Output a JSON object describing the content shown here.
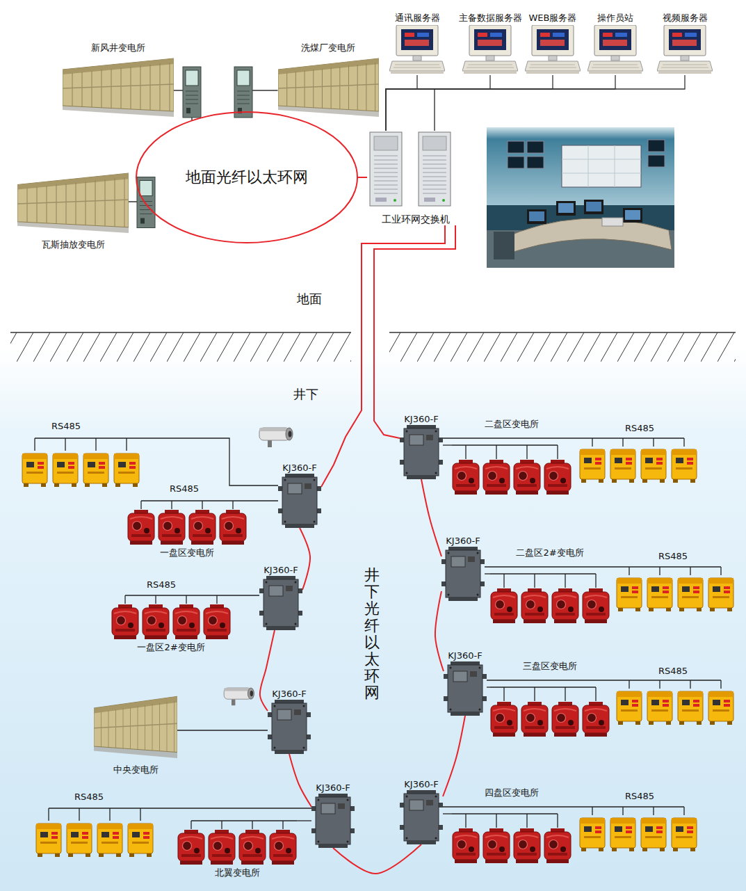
{
  "diagram": {
    "nodes": [
      {
        "text": [
          "通讯服务器"
        ]
      },
      {
        "text": [
          "主备数据服务器"
        ]
      },
      {
        "text": [
          "WEB服务器"
        ]
      },
      {
        "text": [
          "操作员站"
        ]
      },
      {
        "text": [
          "视频服务器"
        ]
      },
      {
        "text": [
          "新风井变电所"
        ]
      },
      {
        "text": [
          "洗煤厂变电所"
        ]
      },
      {
        "text": [
          "地面光纤以太环网"
        ]
      },
      {
        "text": [
          "瓦斯抽放变电所"
        ]
      },
      {
        "text": [
          "工业环网交换机"
        ]
      },
      {
        "text": [
          "KJ360-F"
        ]
      },
      {
        "text": [
          "二盘区变电所"
        ]
      },
      {
        "text": [
          "KJ360-F"
        ]
      },
      {
        "text": [
          "一盘区变电所"
        ]
      },
      {
        "text": [
          "KJ360-F"
        ]
      },
      {
        "text": [
          "二盘区2#变电所"
        ]
      },
      {
        "text": [
          "KJ360-F"
        ]
      },
      {
        "text": [
          "一盘区2#变电所"
        ]
      },
      {
        "text": [
          "KJ360-F"
        ]
      },
      {
        "text": [
          "三盘区变电所"
        ]
      },
      {
        "text": [
          "KJ360-F"
        ]
      },
      {
        "text": [
          "中央变电所"
        ]
      },
      {
        "text": [
          "KJ360-F"
        ]
      },
      {
        "text": [
          "四盘区变电所"
        ]
      },
      {
        "text": [
          "KJ360-F"
        ]
      },
      {
        "text": [
          "北翼变电所"
        ]
      }
    ],
    "edges": [
      {
        "from": 9,
        "to": 0,
        "arrow": "none"
      },
      {
        "from": 9,
        "to": 1,
        "arrow": "none"
      },
      {
        "from": 9,
        "to": 2,
        "arrow": "none"
      },
      {
        "from": 9,
        "to": 3,
        "arrow": "none"
      },
      {
        "from": 9,
        "to": 4,
        "arrow": "none"
      },
      {
        "from": 5,
        "to": 7,
        "arrow": "none"
      },
      {
        "from": 6,
        "to": 7,
        "arrow": "none"
      },
      {
        "from": 8,
        "to": 7,
        "arrow": "none"
      },
      {
        "from": 7,
        "to": 9,
        "arrow": "none"
      },
      {
        "from": 9,
        "to": 12,
        "arrow": "none"
      },
      {
        "from": 9,
        "to": 10,
        "arrow": "none"
      },
      {
        "from": 12,
        "to": 16,
        "arrow": "none"
      },
      {
        "from": 16,
        "to": 20,
        "arrow": "none"
      },
      {
        "from": 20,
        "to": 24,
        "arrow": "none"
      },
      {
        "from": 24,
        "to": 22,
        "arrow": "none"
      },
      {
        "from": 22,
        "to": 18,
        "arrow": "none"
      },
      {
        "from": 18,
        "to": 14,
        "arrow": "none"
      },
      {
        "from": 14,
        "to": 10,
        "arrow": "none"
      },
      {
        "from": 10,
        "to": 11,
        "arrow": "none"
      },
      {
        "from": 12,
        "to": 13,
        "arrow": "none"
      },
      {
        "from": 14,
        "to": 15,
        "arrow": "none"
      },
      {
        "from": 16,
        "to": 17,
        "arrow": "none"
      },
      {
        "from": 18,
        "to": 19,
        "arrow": "none"
      },
      {
        "from": 20,
        "to": 21,
        "arrow": "none"
      },
      {
        "from": 22,
        "to": 23,
        "arrow": "none"
      },
      {
        "from": 24,
        "to": 25,
        "arrow": "none"
      }
    ],
    "labels": [
      "地面",
      "井下",
      "井下光纤以太环网",
      "RS485",
      "RS485",
      "RS485",
      "RS485",
      "RS485",
      "RS485",
      "RS485",
      "RS485"
    ]
  }
}
